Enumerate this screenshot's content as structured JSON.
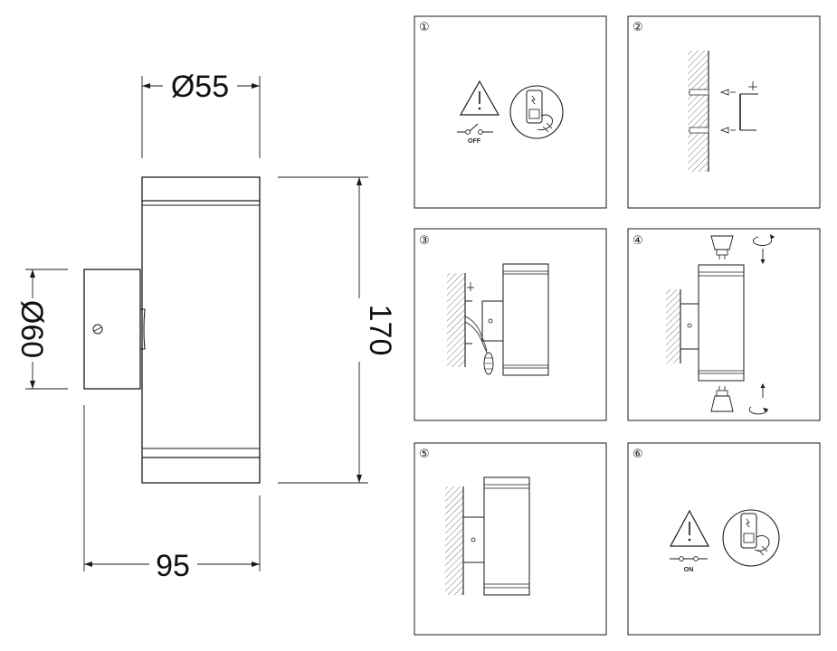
{
  "dimensions": {
    "body_diameter": "Ø55",
    "height": "170",
    "base_diameter": "Ø60",
    "depth": "95"
  },
  "steps": [
    {
      "number": "①",
      "switch_label": "OFF"
    },
    {
      "number": "②"
    },
    {
      "number": "③"
    },
    {
      "number": "④"
    },
    {
      "number": "⑤"
    },
    {
      "number": "⑥",
      "switch_label": "ON"
    }
  ]
}
